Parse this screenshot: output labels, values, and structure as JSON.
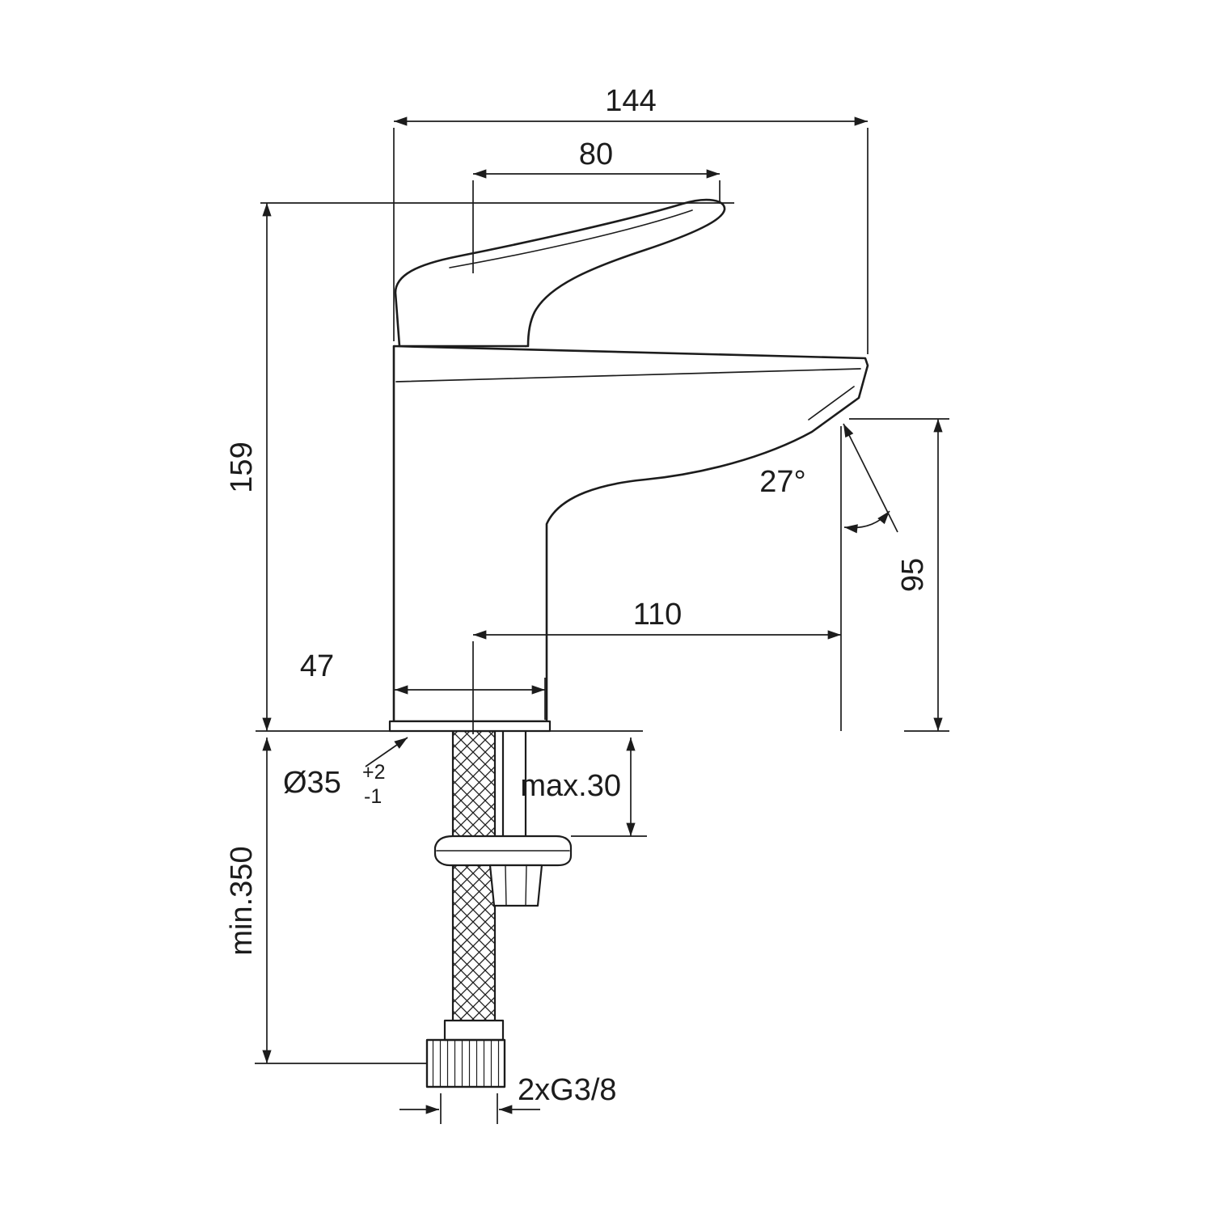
{
  "drawing": {
    "type": "technical-dimension-drawing",
    "subject": "single-lever basin mixer faucet, side elevation with installation hoses",
    "line_color": "#1c1c1c",
    "bg_color": "#ffffff",
    "dims": {
      "overall_width": "144",
      "handle_length": "80",
      "total_height": "159",
      "spout_angle": "27°",
      "spout_height": "95",
      "spout_reach": "110",
      "body_width": "47",
      "hole_diameter": "Ø35",
      "hole_tol_upper": "+2",
      "hole_tol_lower": "-1",
      "max_deck_thickness": "max.30",
      "min_hose_length": "min.350",
      "thread_connection": "2xG3/8"
    }
  }
}
